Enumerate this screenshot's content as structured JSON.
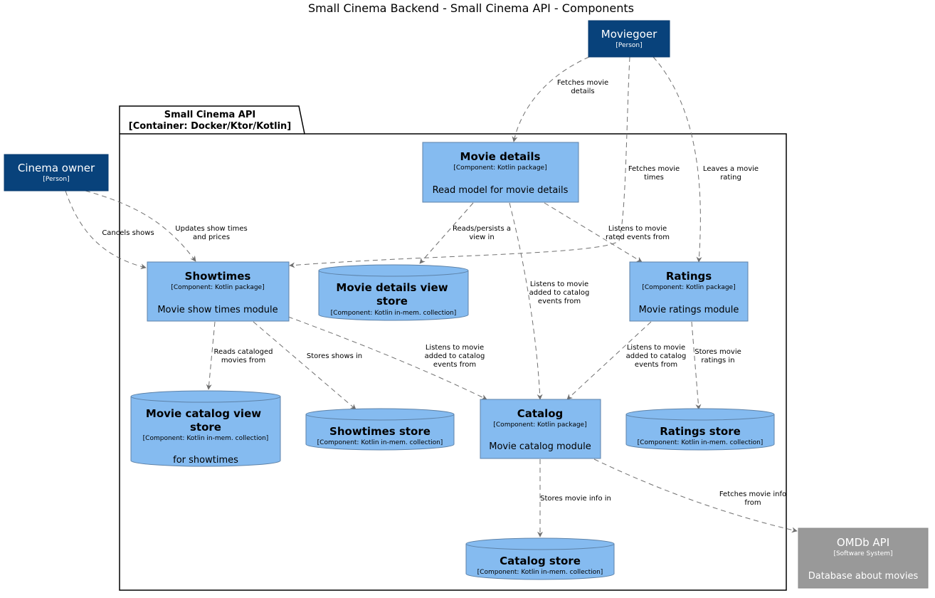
{
  "title": "Small Cinema Backend - Small Cinema API - Components",
  "container": {
    "name": "Small Cinema API",
    "tech": "[Container: Docker/Ktor/Kotlin]"
  },
  "colors": {
    "person": "#08427b",
    "component": "#85bbf0",
    "component_border": "#5d82a8",
    "external": "#999999",
    "edge": "#707070"
  },
  "nodes": {
    "moviegoer": {
      "name": "Moviegoer",
      "tech": "[Person]"
    },
    "cinema_owner": {
      "name": "Cinema owner",
      "tech": "[Person]"
    },
    "movie_details": {
      "name": "Movie details",
      "tech": "[Component: Kotlin package]",
      "desc": "Read model for movie details"
    },
    "showtimes": {
      "name": "Showtimes",
      "tech": "[Component: Kotlin package]",
      "desc": "Movie show times module"
    },
    "ratings": {
      "name": "Ratings",
      "tech": "[Component: Kotlin package]",
      "desc": "Movie ratings module"
    },
    "catalog": {
      "name": "Catalog",
      "tech": "[Component: Kotlin package]",
      "desc": "Movie catalog module"
    },
    "movie_details_store": {
      "name1": "Movie details view",
      "name2": "store",
      "tech": "[Component: Kotlin in-mem. collection]"
    },
    "movie_catalog_view_store": {
      "name1": "Movie catalog view",
      "name2": "store",
      "tech": "[Component: Kotlin in-mem. collection]",
      "desc": "for showtimes"
    },
    "showtimes_store": {
      "name": "Showtimes store",
      "tech": "[Component: Kotlin in-mem. collection]"
    },
    "ratings_store": {
      "name": "Ratings store",
      "tech": "[Component: Kotlin in-mem. collection]"
    },
    "catalog_store": {
      "name": "Catalog store",
      "tech": "[Component: Kotlin in-mem. collection]"
    },
    "omdb": {
      "name": "OMDb API",
      "tech": "[Software System]",
      "desc": "Database about movies"
    }
  },
  "edges": {
    "fetches_details": [
      "Fetches movie",
      "details"
    ],
    "fetches_times": [
      "Fetches movie",
      "times"
    ],
    "leaves_rating": [
      "Leaves a movie",
      "rating"
    ],
    "cancels_shows": [
      "Cancels shows"
    ],
    "updates_times": [
      "Updates show times",
      "and prices"
    ],
    "reads_persists": [
      "Reads/persists a",
      "view in"
    ],
    "listens_rated": [
      "Listens to movie",
      "rated events from"
    ],
    "listens_added_md": [
      "Listens to movie",
      "added to catalog",
      "events from"
    ],
    "reads_cataloged": [
      "Reads cataloged",
      "movies from"
    ],
    "stores_shows": [
      "Stores shows in"
    ],
    "listens_added_st": [
      "Listens to movie",
      "added to catalog",
      "events from"
    ],
    "listens_added_ra": [
      "Listens to movie",
      "added to catalog",
      "events from"
    ],
    "stores_ratings": [
      "Stores movie",
      "ratings in"
    ],
    "stores_movie_info": [
      "Stores movie info in"
    ],
    "fetches_info": [
      "Fetches movie info",
      "from"
    ]
  }
}
